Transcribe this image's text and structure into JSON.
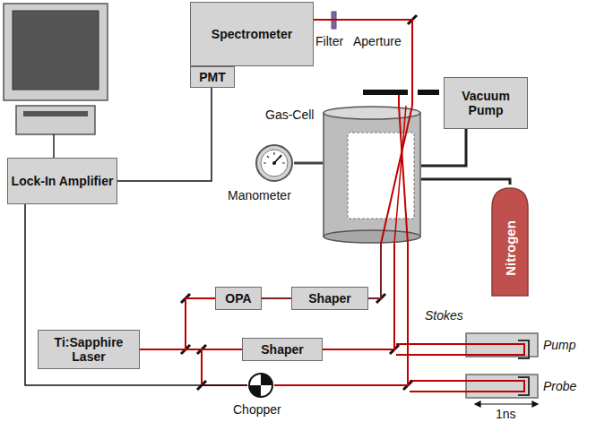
{
  "diagram": {
    "nodes": [
      {
        "text": [
          "Spectrometer"
        ]
      },
      {
        "text": [
          "PMT"
        ]
      },
      {
        "text": [
          "Vacuum Pump"
        ]
      },
      {
        "text": [
          "Gas-Cell"
        ]
      },
      {
        "text": [
          "Manometer"
        ]
      },
      {
        "text": [
          "Lock-In Amplifier"
        ]
      },
      {
        "text": [
          "Nitrogen"
        ]
      },
      {
        "text": [
          "OPA"
        ]
      },
      {
        "text": [
          "Shaper"
        ]
      },
      {
        "text": [
          "Ti:Sapphire Laser"
        ]
      },
      {
        "text": [
          "Shaper"
        ]
      },
      {
        "text": [
          "Chopper"
        ]
      }
    ],
    "edges": [
      {
        "from": 9,
        "to": 7,
        "arrow": "none"
      },
      {
        "from": 7,
        "to": 8,
        "arrow": "none"
      },
      {
        "from": 9,
        "to": 10,
        "arrow": "none"
      },
      {
        "from": 9,
        "to": 11,
        "arrow": "none"
      },
      {
        "from": 8,
        "to": 3,
        "arrow": "none"
      },
      {
        "from": 10,
        "to": 3,
        "arrow": "none"
      },
      {
        "from": 11,
        "to": 3,
        "arrow": "none"
      },
      {
        "from": 3,
        "to": 0,
        "arrow": "none"
      },
      {
        "from": 1,
        "to": 5,
        "arrow": "none"
      },
      {
        "from": 5,
        "to": 11,
        "arrow": "none"
      },
      {
        "from": 4,
        "to": 3,
        "arrow": "none"
      },
      {
        "from": 2,
        "to": 3,
        "arrow": "none"
      },
      {
        "from": 6,
        "to": 3,
        "arrow": "none"
      }
    ],
    "labels": [
      "Filter",
      "Aperture",
      "Stokes",
      "Pump",
      "Probe",
      "1ns"
    ]
  }
}
